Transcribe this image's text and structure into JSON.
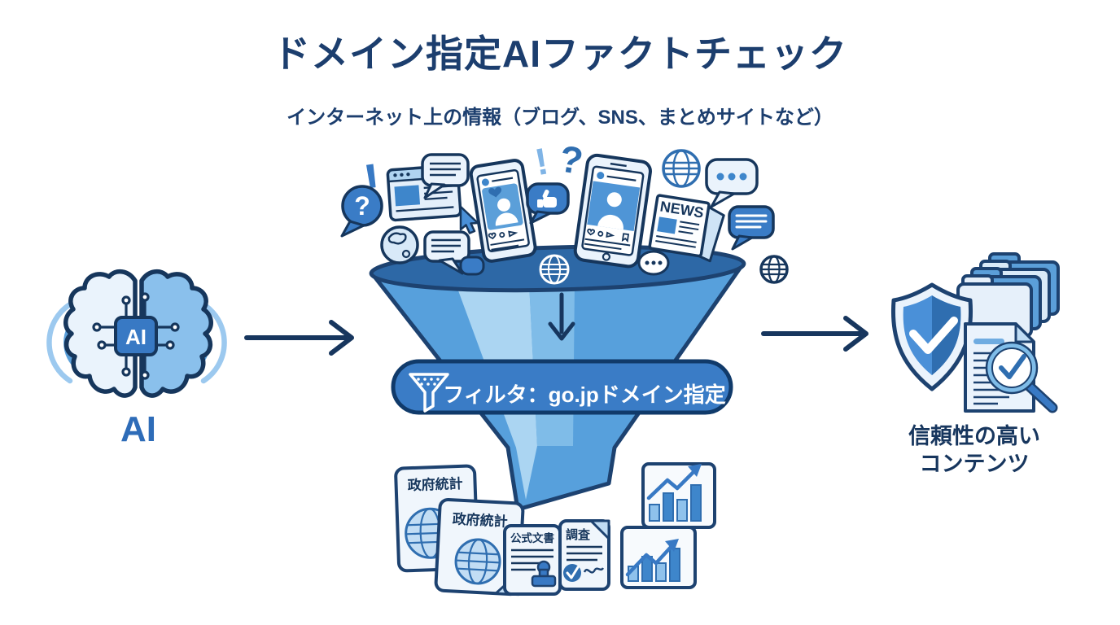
{
  "title": "ドメイン指定AIファクトチェック",
  "subtitle": "インターネット上の情報（ブログ、SNS、まとめサイトなど）",
  "ai": {
    "chip_label": "AI",
    "label": "AI"
  },
  "marks": {
    "exclamation": "!",
    "question": "?",
    "exclamation_2": "!",
    "question_2": "?"
  },
  "filter": {
    "label": "フィルタ：go.jpドメイン指定"
  },
  "news": {
    "label": "NEWS"
  },
  "documents": {
    "gov_stats_back": "政府統計",
    "gov_stats_front": "政府統計",
    "official_doc": "公式文書",
    "survey": "調査"
  },
  "result": {
    "line1": "信頼性の高い",
    "line2": "コンテンツ"
  },
  "colors": {
    "navy_text": "#17365E",
    "outline": "#1D4270",
    "blue": "#3879C4",
    "blue_mid": "#5B9FD9",
    "blue_light": "#ABD5F2",
    "blue_pale": "#EAF3FC",
    "funnel_top": "#2D68A6",
    "funnel_body": "#57A0DC",
    "ai_label_blue": "#2E6CB8"
  }
}
